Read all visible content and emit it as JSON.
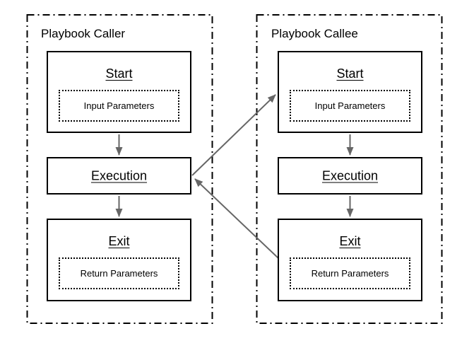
{
  "caller": {
    "title": "Playbook Caller",
    "start": {
      "title": "Start",
      "param": "Input Parameters"
    },
    "execution": {
      "title": "Execution"
    },
    "exit": {
      "title": "Exit",
      "param": "Return Parameters"
    }
  },
  "callee": {
    "title": "Playbook Callee",
    "start": {
      "title": "Start",
      "param": "Input Parameters"
    },
    "execution": {
      "title": "Execution"
    },
    "exit": {
      "title": "Exit",
      "param": "Return Parameters"
    }
  },
  "colors": {
    "border": "#000000",
    "arrow": "#666666",
    "background": "#ffffff"
  }
}
